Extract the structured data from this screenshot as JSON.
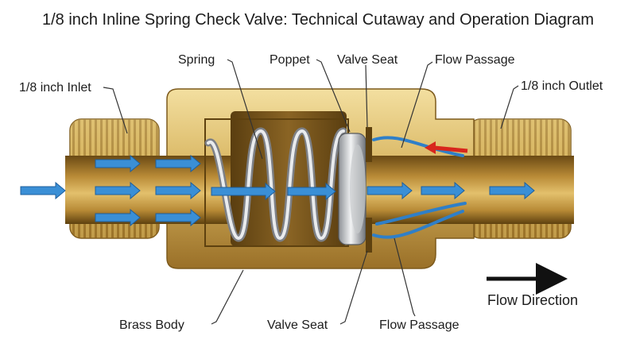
{
  "title": "1/8 inch Inline Spring Check Valve: Technical Cutaway and Operation Diagram",
  "labels": {
    "inlet": "1/8 inch Inlet",
    "spring": "Spring",
    "poppet": "Poppet",
    "valve_seat_top": "Valve Seat",
    "flow_passage_top": "Flow Passage",
    "outlet": "1/8 inch Outlet",
    "brass_body": "Brass Body",
    "valve_seat_bottom": "Valve Seat",
    "flow_passage_bottom": "Flow Passage",
    "flow_direction": "Flow Direction"
  },
  "colors": {
    "brass_light": "#e8cf86",
    "brass_mid": "#c9a24a",
    "brass_dark": "#7d5a1c",
    "flow_arrow": "#3a8fd6",
    "backflow_arrow": "#d8261c",
    "spring_steel": "#b9bcc0"
  },
  "icons": {
    "flow_arrow": "arrow-right-icon",
    "backflow_arrow": "arrow-left-icon"
  }
}
